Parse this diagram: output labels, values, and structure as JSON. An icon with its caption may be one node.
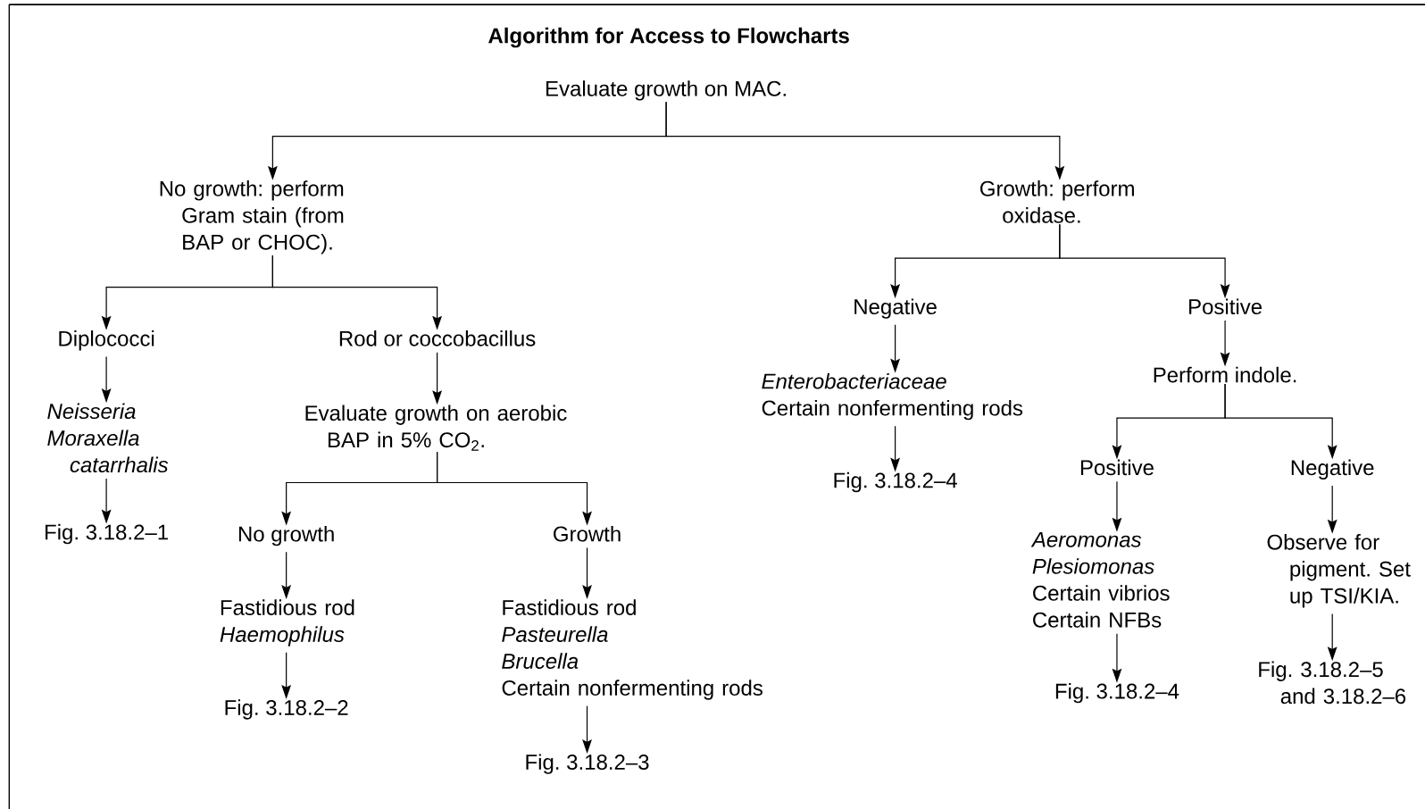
{
  "diagram": {
    "title": "Algorithm for Access to Flowcharts",
    "nodes": [
      {
        "text": [
          "Evaluate growth on MAC."
        ]
      },
      {
        "text": [
          "No growth: perform Gram stain (from BAP or CHOC)."
        ]
      },
      {
        "text": [
          "Growth: perform oxidase."
        ]
      },
      {
        "text": [
          "Diplococci"
        ]
      },
      {
        "text": [
          "Rod or coccobacillus"
        ]
      },
      {
        "text": [
          "*Neisseria*",
          "*Moraxella catarrhalis*"
        ]
      },
      {
        "text": [
          "Evaluate growth on aerobic BAP in 5% CO$_{2}$."
        ]
      },
      {
        "text": [
          "Fig. 3.18.2–1"
        ]
      },
      {
        "text": [
          "No growth"
        ]
      },
      {
        "text": [
          "Growth"
        ]
      },
      {
        "text": [
          "Fastidious rod",
          "*Haemophilus*"
        ]
      },
      {
        "text": [
          "Fastidious rod",
          "*Pasteurella*",
          "*Brucella*",
          "Certain nonfermenting rods"
        ]
      },
      {
        "text": [
          "Fig. 3.18.2–2"
        ]
      },
      {
        "text": [
          "Fig. 3.18.2–3"
        ]
      },
      {
        "text": [
          "Negative"
        ]
      },
      {
        "text": [
          "Positive"
        ]
      },
      {
        "text": [
          "*Enterobacteriaceae*",
          "Certain nonfermenting rods"
        ]
      },
      {
        "text": [
          "Perform indole."
        ]
      },
      {
        "text": [
          "Fig. 3.18.2–4"
        ]
      },
      {
        "text": [
          "Positive"
        ]
      },
      {
        "text": [
          "Negative"
        ]
      },
      {
        "text": [
          "*Aeromonas*",
          "*Plesiomonas*",
          "Certain vibrios",
          "Certain NFBs"
        ]
      },
      {
        "text": [
          "Observe for pigment. Set up TSI/KIA."
        ]
      },
      {
        "text": [
          "Fig. 3.18.2–4"
        ]
      },
      {
        "text": [
          "Fig. 3.18.2–5 and 3.18.2–6"
        ]
      }
    ],
    "edges": [
      {
        "from": 0,
        "to": 1,
        "arrow": "to"
      },
      {
        "from": 0,
        "to": 2,
        "arrow": "to"
      },
      {
        "from": 1,
        "to": 3,
        "arrow": "to"
      },
      {
        "from": 1,
        "to": 4,
        "arrow": "to"
      },
      {
        "from": 3,
        "to": 5,
        "arrow": "to"
      },
      {
        "from": 5,
        "to": 7,
        "arrow": "to"
      },
      {
        "from": 4,
        "to": 6,
        "arrow": "to"
      },
      {
        "from": 6,
        "to": 8,
        "arrow": "to"
      },
      {
        "from": 6,
        "to": 9,
        "arrow": "to"
      },
      {
        "from": 8,
        "to": 10,
        "arrow": "to"
      },
      {
        "from": 10,
        "to": 12,
        "arrow": "to"
      },
      {
        "from": 9,
        "to": 11,
        "arrow": "to"
      },
      {
        "from": 11,
        "to": 13,
        "arrow": "to"
      },
      {
        "from": 2,
        "to": 14,
        "arrow": "to"
      },
      {
        "from": 2,
        "to": 15,
        "arrow": "to"
      },
      {
        "from": 14,
        "to": 16,
        "arrow": "to"
      },
      {
        "from": 16,
        "to": 18,
        "arrow": "to"
      },
      {
        "from": 15,
        "to": 17,
        "arrow": "to"
      },
      {
        "from": 17,
        "to": 19,
        "arrow": "to"
      },
      {
        "from": 17,
        "to": 20,
        "arrow": "to"
      },
      {
        "from": 19,
        "to": 21,
        "arrow": "to"
      },
      {
        "from": 21,
        "to": 23,
        "arrow": "to"
      },
      {
        "from": 20,
        "to": 22,
        "arrow": "to"
      },
      {
        "from": 22,
        "to": 24,
        "arrow": "to"
      }
    ]
  }
}
